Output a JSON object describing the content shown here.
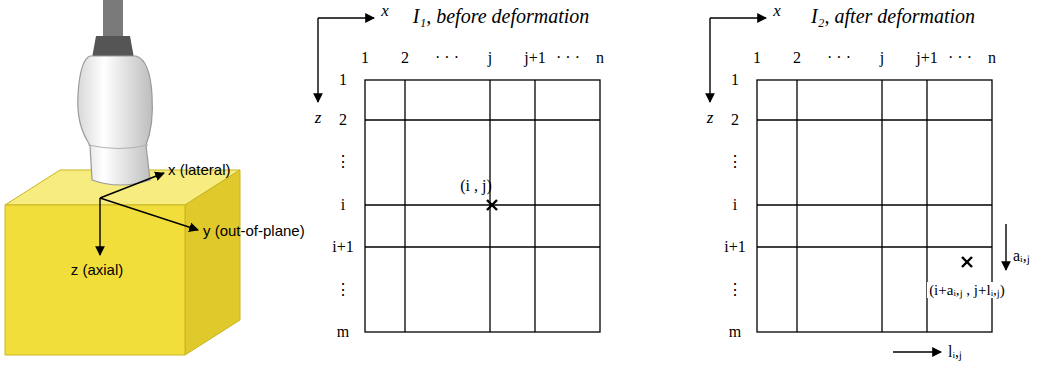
{
  "diagram": {
    "labels": [
      "x (lateral)",
      "y (out-of-plane)",
      "z (axial)",
      "x",
      "z",
      "I₁, before deformation",
      "1",
      "2",
      "· · ·",
      "j",
      "j+1",
      "· · ·",
      "n",
      "1",
      "2",
      "⋮",
      "i",
      "i+1",
      "⋮",
      "m",
      "(i , j)",
      "x",
      "z",
      "I₂, after deformation",
      "1",
      "2",
      "· · ·",
      "j",
      "j+1",
      "· · ·",
      "n",
      "1",
      "2",
      "⋮",
      "i",
      "i+1",
      "⋮",
      "m",
      "aᵢ,ⱼ",
      "(i+aᵢ,ⱼ , j+lᵢ,ⱼ)",
      "lᵢ,ⱼ"
    ]
  }
}
